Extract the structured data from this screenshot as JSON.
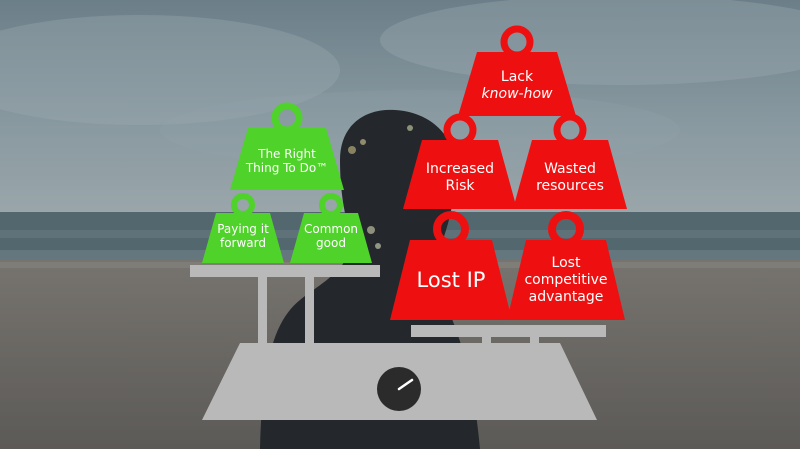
{
  "colors": {
    "green": "#4fd22a",
    "red": "#ee1010",
    "scale": "#b9b9b9",
    "dial": "#2b2b2b",
    "sky": "#7b8c95",
    "sea": "#52666f",
    "sand": "#6d6b68"
  },
  "weights": {
    "right_thing": {
      "line1": "The Right",
      "line2": "Thing To Do™"
    },
    "paying_forward": {
      "line1": "Paying it",
      "line2": "forward"
    },
    "common_good": {
      "line1": "Common",
      "line2": "good"
    },
    "lack_knowhow": {
      "line1": "Lack",
      "line2": "know-how"
    },
    "increased_risk": {
      "line1": "Increased",
      "line2": "Risk"
    },
    "wasted_resources": {
      "line1": "Wasted",
      "line2": "resources"
    },
    "lost_ip": {
      "line1": "Lost IP"
    },
    "lost_advantage": {
      "line1": "Lost",
      "line2": "competitive",
      "line3": "advantage"
    }
  }
}
